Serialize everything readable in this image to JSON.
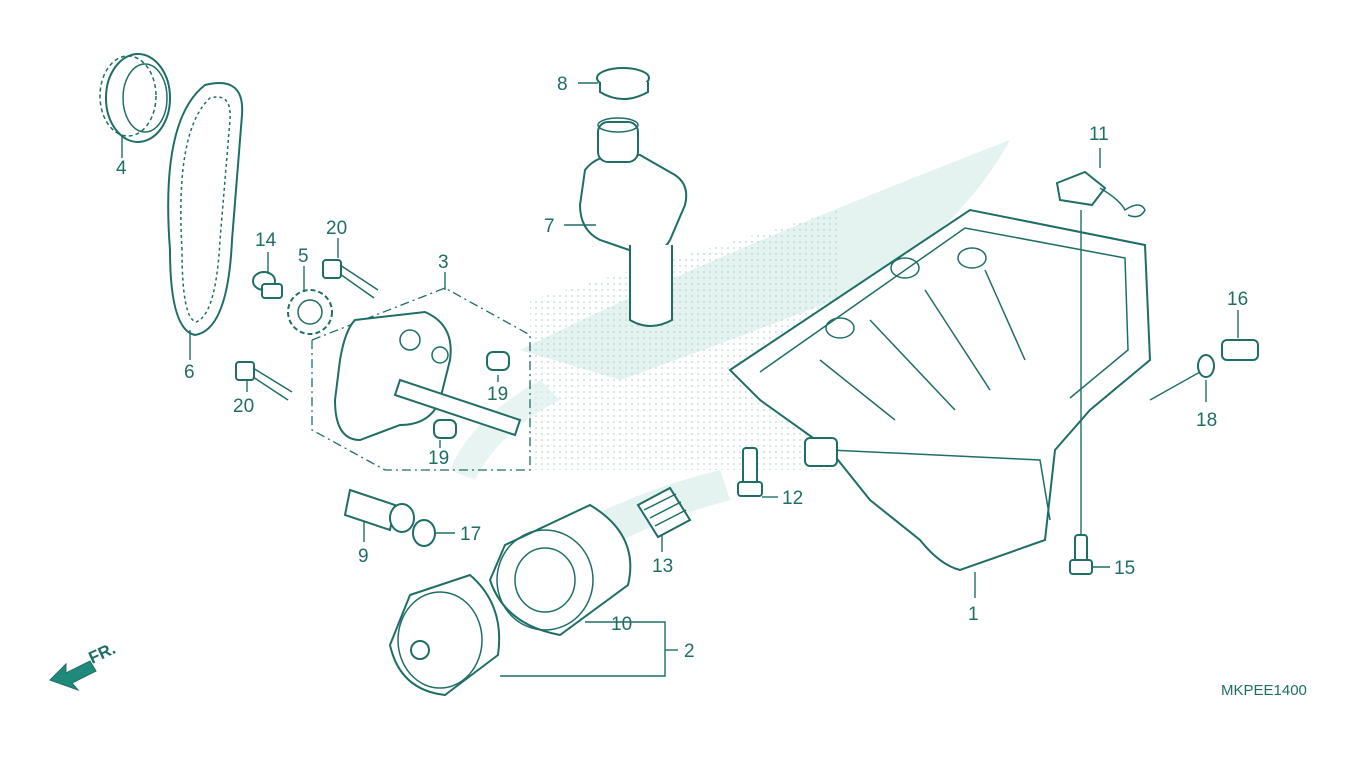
{
  "diagram": {
    "code": "MKPEE1400",
    "front_marker": "FR.",
    "callouts": [
      {
        "id": "c1",
        "text": "1"
      },
      {
        "id": "c2",
        "text": "2"
      },
      {
        "id": "c3",
        "text": "3"
      },
      {
        "id": "c4",
        "text": "4"
      },
      {
        "id": "c5",
        "text": "5"
      },
      {
        "id": "c6",
        "text": "6"
      },
      {
        "id": "c7",
        "text": "7"
      },
      {
        "id": "c8",
        "text": "8"
      },
      {
        "id": "c9",
        "text": "9"
      },
      {
        "id": "c10",
        "text": "10"
      },
      {
        "id": "c11",
        "text": "11"
      },
      {
        "id": "c12",
        "text": "12"
      },
      {
        "id": "c13",
        "text": "13"
      },
      {
        "id": "c14",
        "text": "14"
      },
      {
        "id": "c15",
        "text": "15"
      },
      {
        "id": "c16",
        "text": "16"
      },
      {
        "id": "c17",
        "text": "17"
      },
      {
        "id": "c18",
        "text": "18"
      },
      {
        "id": "c19a",
        "text": "19"
      },
      {
        "id": "c19b",
        "text": "19"
      },
      {
        "id": "c20a",
        "text": "20"
      },
      {
        "id": "c20b",
        "text": "20"
      }
    ],
    "colors": {
      "line": "#1f6e66",
      "watermark": "#d8ece9",
      "arrow": "#1f8a7c"
    }
  }
}
